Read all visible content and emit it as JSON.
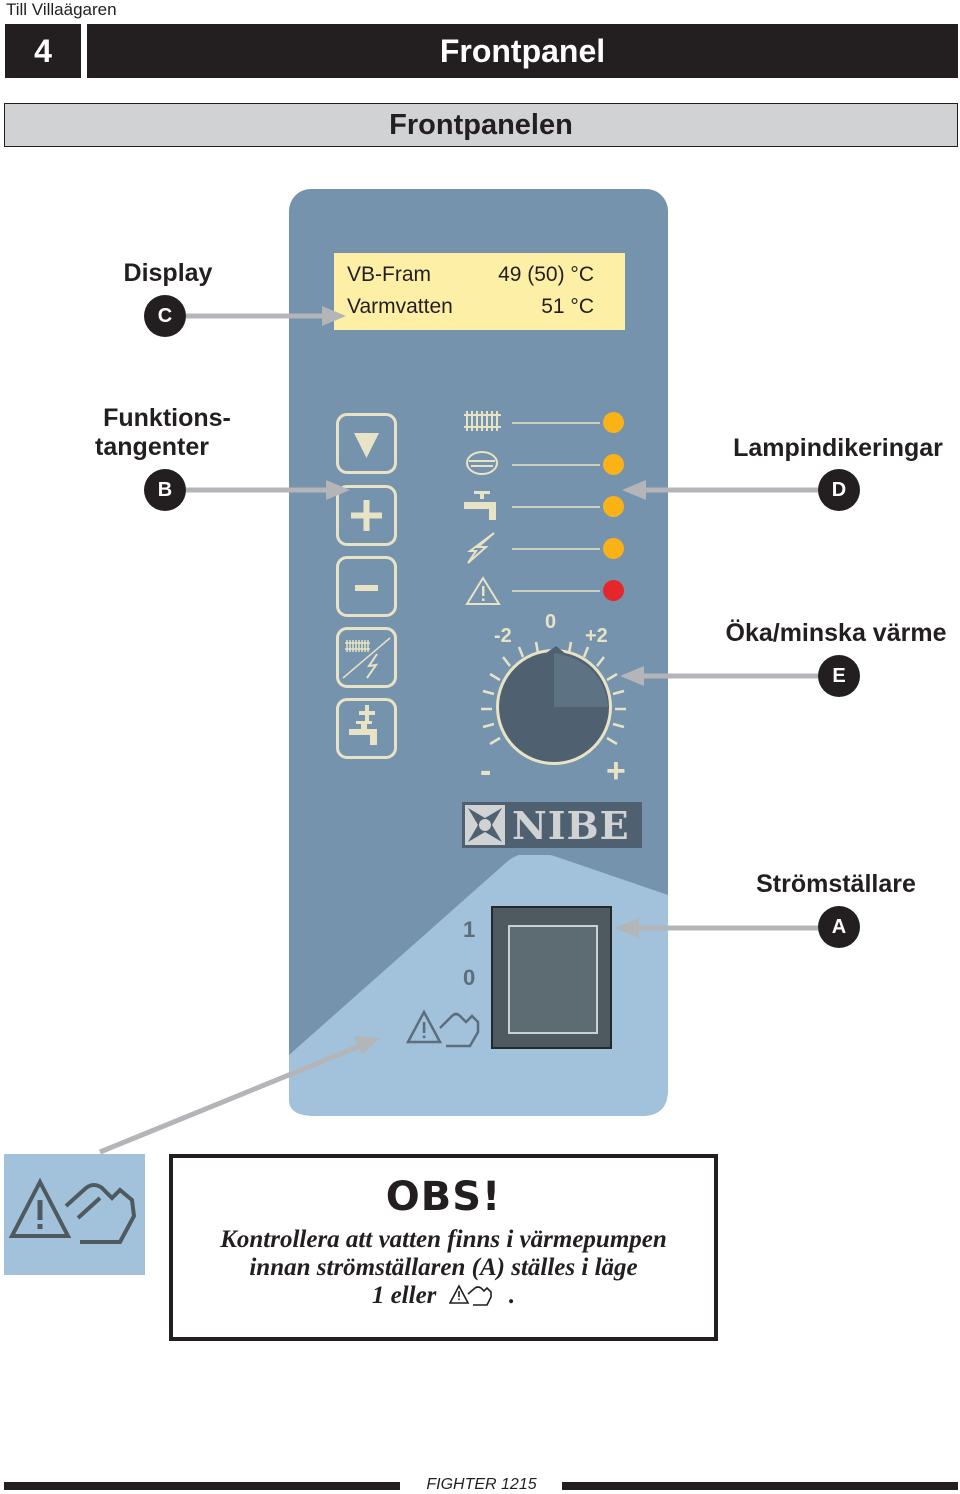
{
  "header": {
    "top_label": "Till Villaägaren",
    "chapter_number": "4",
    "chapter_title": "Frontpanel"
  },
  "section": {
    "title": "Frontpanelen"
  },
  "display": {
    "row1_label": "VB-Fram",
    "row1_value": "49 (50) °C",
    "row2_label": "Varmvatten",
    "row2_value": "51 °C"
  },
  "callouts": {
    "display_title": "Display",
    "display_badge": "C",
    "keys_title_line1": "Funktions-",
    "keys_title_line2": "tangenter",
    "keys_badge": "B",
    "lamps_title": "Lampindikeringar",
    "lamps_badge": "D",
    "knob_title": "Öka/minska värme",
    "knob_badge": "E",
    "switch_title": "Strömställare",
    "switch_badge": "A"
  },
  "panel": {
    "keys": [
      {
        "icon": "down-triangle-icon"
      },
      {
        "icon": "plus-icon"
      },
      {
        "icon": "minus-icon"
      },
      {
        "icon": "radiator-electric-icon"
      },
      {
        "icon": "tap-plus-icon"
      }
    ],
    "indicators": [
      {
        "icon": "radiator-icon",
        "color": "#fbb217"
      },
      {
        "icon": "compressor-icon",
        "color": "#fbb217"
      },
      {
        "icon": "tap-icon",
        "color": "#fbb217"
      },
      {
        "icon": "lightning-icon",
        "color": "#fbb217"
      },
      {
        "icon": "warning-icon",
        "color": "#e5262b"
      }
    ],
    "knob_scale": {
      "minus2": "-2",
      "zero": "0",
      "plus2": "+2",
      "minus": "-",
      "plus": "+"
    },
    "brand": "NIBE",
    "switch_positions": {
      "on": "1",
      "off": "0"
    }
  },
  "notice": {
    "title": "OBS!",
    "line1": "Kontrollera att vatten finns i värmepumpen",
    "line2": "innan strömställaren (A) ställes i läge",
    "line3_prefix": "1 eller",
    "line3_suffix": "."
  },
  "footer": {
    "text": "FIGHTER 1215"
  },
  "colors": {
    "panel_blue": "#7593ad",
    "light_blue": "#a2c1db",
    "display_yellow": "#fdf0a6",
    "lamp_amber": "#fbb217",
    "lamp_red": "#e5262b",
    "key_outline": "#e8e3c4",
    "dark": "#231f20"
  }
}
